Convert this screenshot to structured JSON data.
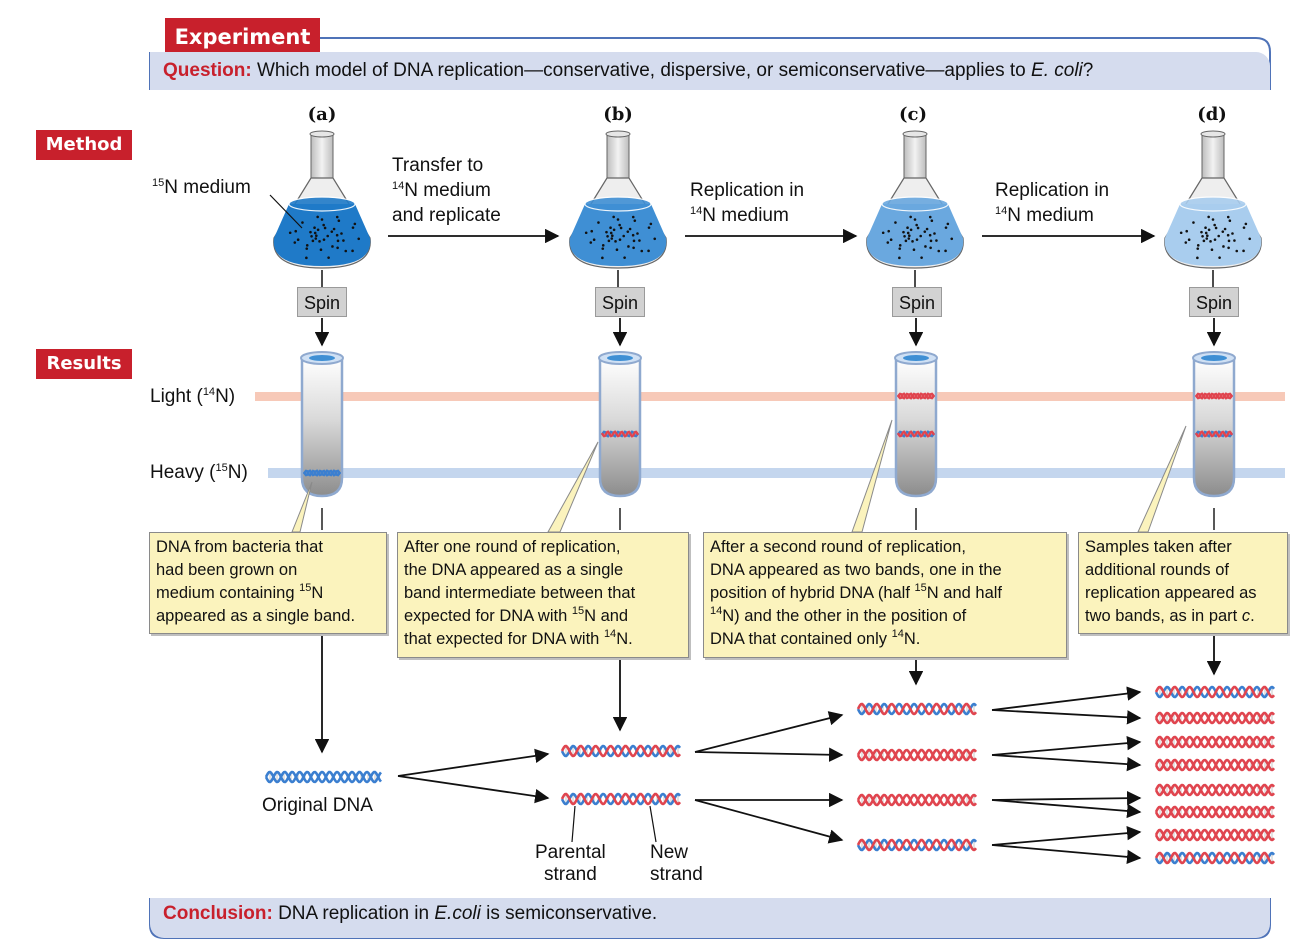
{
  "header": {
    "experiment_label": "Experiment",
    "question_label": "Question:",
    "question_text": "Which model of DNA replication—conservative, dispersive, or semiconservative—applies to",
    "question_organism": "E. coli",
    "question_end": "?"
  },
  "sections": {
    "method_label": "Method",
    "results_label": "Results"
  },
  "panels": [
    {
      "letter": "(a)",
      "spin": "Spin"
    },
    {
      "letter": "(b)",
      "spin": "Spin"
    },
    {
      "letter": "(c)",
      "spin": "Spin"
    },
    {
      "letter": "(d)",
      "spin": "Spin"
    }
  ],
  "method": {
    "medium_label": "N medium",
    "medium_sup": "15",
    "transfer": {
      "line1": "Transfer to",
      "line2_sup": "14",
      "line2": "N medium",
      "line3": "and replicate"
    },
    "replication_1": {
      "line1": "Replication in",
      "line2_sup": "14",
      "line2": "N medium"
    },
    "replication_2": {
      "line1": "Replication in",
      "line2_sup": "14",
      "line2": "N medium"
    }
  },
  "results": {
    "light_label": "Light (",
    "light_sup": "14",
    "light_end": "N)",
    "heavy_label": "Heavy (",
    "heavy_sup": "15",
    "heavy_end": "N)"
  },
  "callouts": {
    "a": {
      "l1": "DNA from bacteria that",
      "l2": "had been grown on",
      "l3a": "medium containing ",
      "l3sup": "15",
      "l3b": "N",
      "l4": "appeared as a single band."
    },
    "b": {
      "l1": "After one round of replication,",
      "l2": "the DNA appeared as a single",
      "l3": "band intermediate between that",
      "l4a": "expected for DNA with ",
      "l4sup": "15",
      "l4b": "N and",
      "l5a": "that expected for DNA with ",
      "l5sup": "14",
      "l5b": "N."
    },
    "c": {
      "l1": "After a second round of replication,",
      "l2": "DNA appeared as two bands, one in the",
      "l3a": "position of hybrid DNA (half ",
      "l3sup": "15",
      "l3b": "N and half",
      "l4sup": "14",
      "l4b": "N) and the other in the position of",
      "l5a": "DNA that contained only ",
      "l5sup": "14",
      "l5b": "N."
    },
    "d": {
      "l1": "Samples taken after",
      "l2": "additional rounds of",
      "l3": "replication appeared as",
      "l4a": "two bands, as in part ",
      "l4b": "c",
      "l4c": "."
    }
  },
  "dna_labels": {
    "original": "Original DNA",
    "parental_1": "Parental",
    "parental_2": "strand",
    "new_1": "New",
    "new_2": "strand"
  },
  "footer": {
    "conclusion_label": "Conclusion:",
    "conclusion_a": "DNA replication in",
    "conclusion_organism": "E.coli",
    "conclusion_b": "is semiconservative."
  },
  "colors": {
    "accent_red": "#c8202c",
    "frame_blue": "#4f73b8",
    "band_light": "#f7c9b8",
    "band_heavy": "#c4d6ee",
    "parental_strand": "#3b7fd0",
    "new_strand": "#e0454f",
    "callout_fill": "#fbf3bd"
  }
}
